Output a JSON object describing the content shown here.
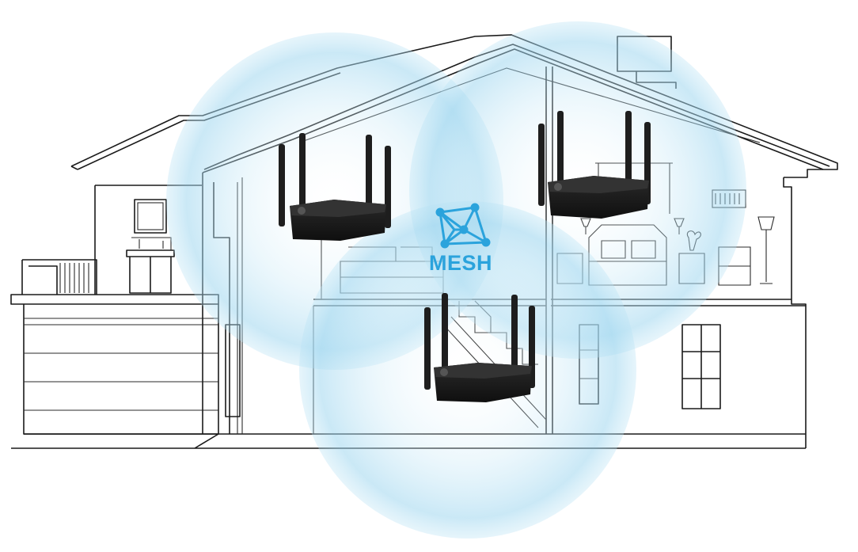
{
  "mesh_badge": {
    "label": "MESH"
  },
  "routers": [
    {
      "name": "router-upstairs-left"
    },
    {
      "name": "router-upstairs-right"
    },
    {
      "name": "router-downstairs-center"
    }
  ],
  "colors": {
    "coverage_fill": "#a9dcf2",
    "coverage_edge": "#cfeaf7",
    "mesh_accent": "#2ba3dc",
    "router_body": "#1c1c1c",
    "house_line": "#1a1a1a"
  },
  "icons": {
    "mesh": "mesh-network-icon",
    "router": "router-icon"
  }
}
